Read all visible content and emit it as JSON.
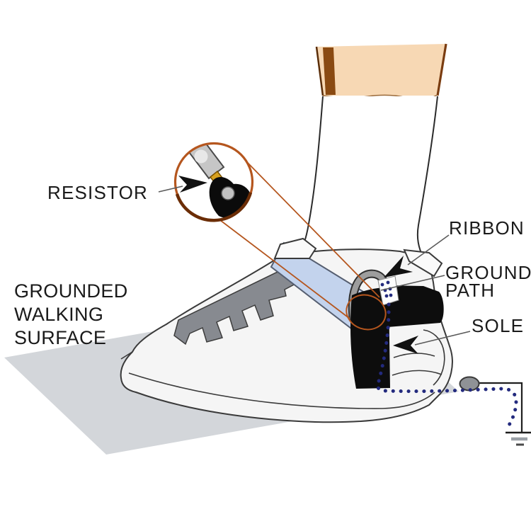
{
  "diagram": {
    "description": "ESD heel grounder diagram: shoe with grounding ribbon strap, resistor magnified callout, ground path to grounded walking surface",
    "labels": {
      "resistor": "RESISTOR",
      "ribbon": "RIBBON",
      "ground_path_line1": "GROUND",
      "ground_path_line2": "PATH",
      "sole": "SOLE",
      "surface_line1": "GROUNDED",
      "surface_line2": "WALKING",
      "surface_line3": "SURFACE"
    },
    "colors": {
      "skin": "#f7d8b4",
      "pants_stripe_brown": "#8a4a12",
      "sock_white": "#ffffff",
      "shoe_white": "#f5f5f5",
      "shoe_stripe_gray": "#878a90",
      "ribbon_blue": "#c3d3ed",
      "heel_strap_black": "#0d0d0d",
      "loop_gray": "#9d9d9d",
      "callout_orange": "#b5561e",
      "resistor_gold": "#d8a11e",
      "ground_path_dots": "#232a7e",
      "mat_gray": "#d3d6da",
      "snap_gray": "#8f9296",
      "label_black": "#1a1a1a"
    }
  }
}
